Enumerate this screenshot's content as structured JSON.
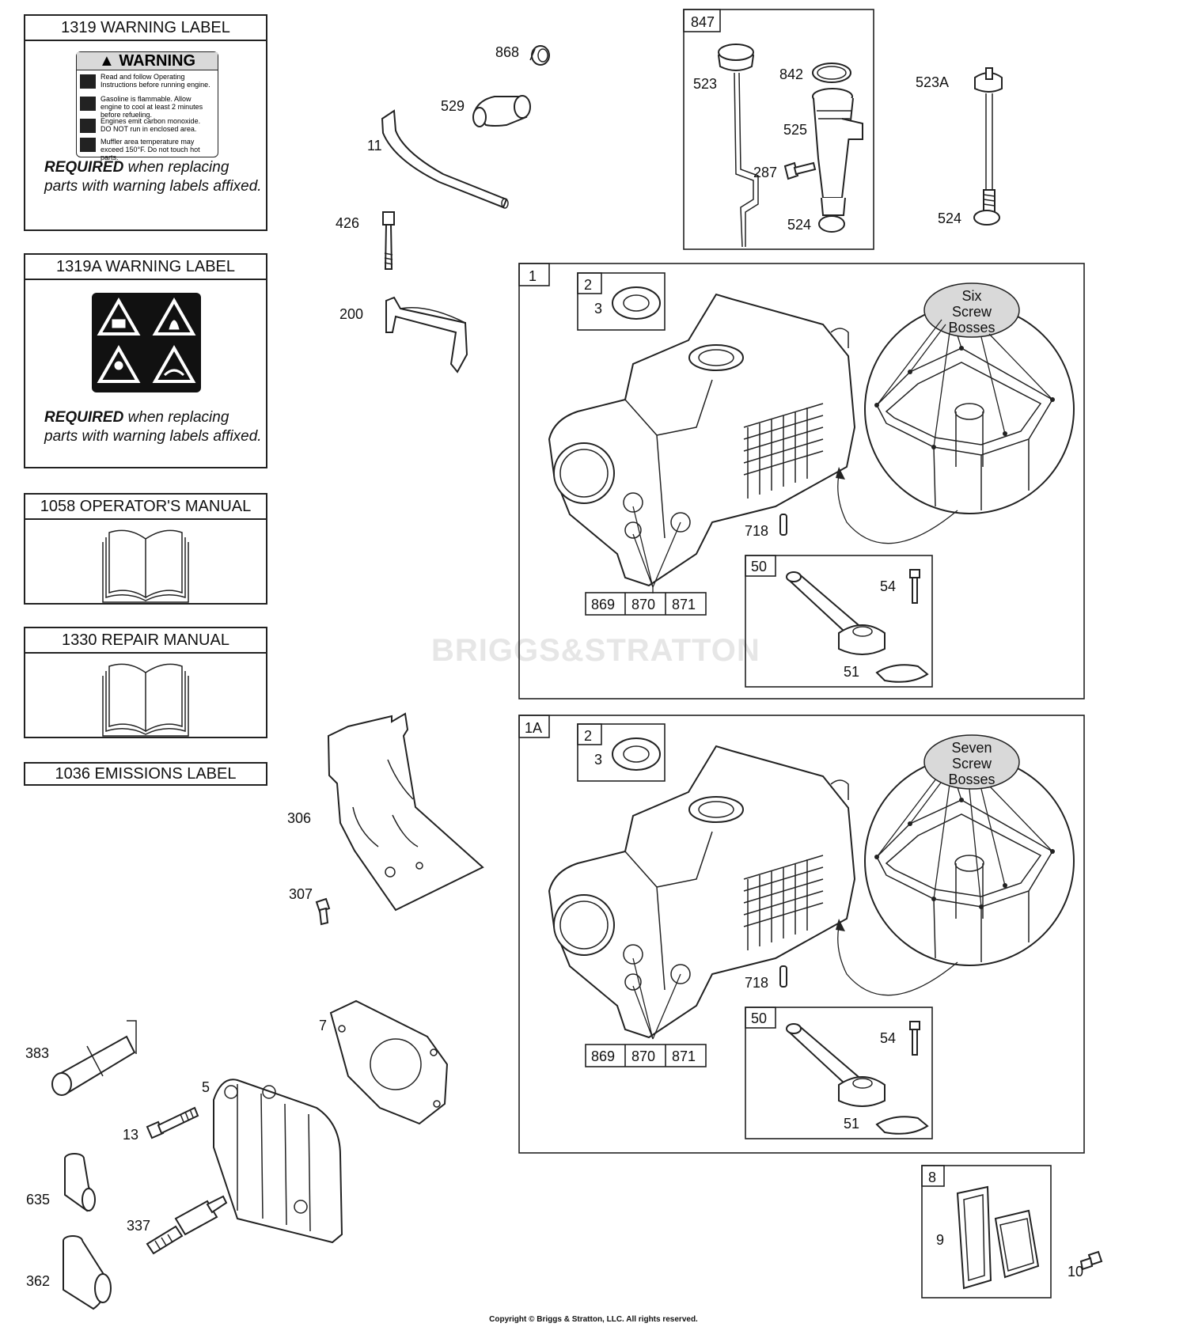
{
  "diagram": {
    "copyright": "Copyright © Briggs & Stratton, LLC. All rights reserved.",
    "watermark": "BRIGGS&STRATTON",
    "labels": [
      {
        "title": "1319 WARNING LABEL",
        "required_bold": "REQUIRED",
        "required_rest": " when replacing parts with warning labels affixed."
      },
      {
        "title": "1319A WARNING LABEL",
        "required_bold": "REQUIRED",
        "required_rest": " when replacing parts with warning labels affixed."
      },
      {
        "title": "1058 OPERATOR'S MANUAL"
      },
      {
        "title": "1330 REPAIR MANUAL"
      },
      {
        "title": "1036 EMISSIONS LABEL"
      }
    ],
    "warning_sticker": {
      "header": "WARNING",
      "lines": [
        "Read and follow Operating Instructions before running engine.",
        "Gasoline is flammable. Allow engine to cool at least 2 minutes before refueling.",
        "Engines emit carbon monoxide. DO NOT run in enclosed area.",
        "Muffler area temperature may exceed 150°F. Do not touch hot parts."
      ]
    },
    "parts": {
      "p868": "868",
      "p529": "529",
      "p11": "11",
      "p426": "426",
      "p200": "200",
      "p847": "847",
      "p523": "523",
      "p842": "842",
      "p525": "525",
      "p287": "287",
      "p524a": "524",
      "p523A": "523A",
      "p524b": "524",
      "p306": "306",
      "p307": "307",
      "p383": "383",
      "p5": "5",
      "p7": "7",
      "p13": "13",
      "p635": "635",
      "p337": "337",
      "p362": "362",
      "p8": "8",
      "p9": "9",
      "p10": "10"
    },
    "block1": {
      "id": "1",
      "bearing_box": "2",
      "bearing": "3",
      "pin": "718",
      "plugs": [
        "869",
        "870",
        "871"
      ],
      "breather_box": "50",
      "screw": "54",
      "gasket": "51",
      "callout": "Six Screw Bosses"
    },
    "block1A": {
      "id": "1A",
      "bearing_box": "2",
      "bearing": "3",
      "pin": "718",
      "plugs": [
        "869",
        "870",
        "871"
      ],
      "breather_box": "50",
      "screw": "54",
      "gasket": "51",
      "callout": "Seven Screw Bosses"
    }
  }
}
